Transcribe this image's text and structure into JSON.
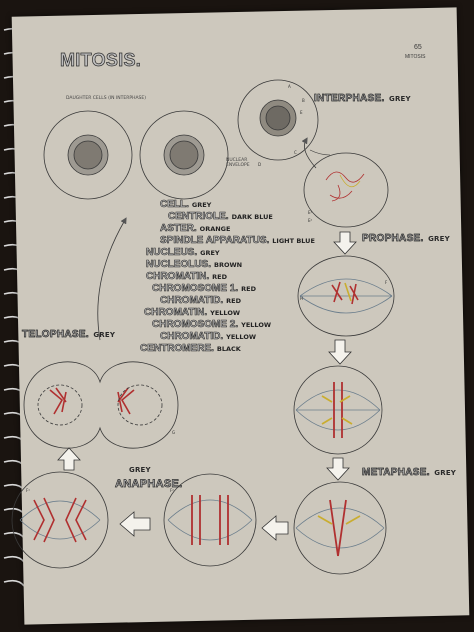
{
  "page": {
    "number": "65",
    "header": "MITOSIS",
    "title": "MITOSIS."
  },
  "labels": {
    "daughter_cells": "DAUGHTER CELLS (IN INTERPHASE)",
    "nuclear_envelope": "NUCLEAR\nENVELOPE"
  },
  "phases": [
    {
      "name": "INTERPHASE.",
      "color_note": "GREY"
    },
    {
      "name": "PROPHASE.",
      "color_note": "GREY"
    },
    {
      "name": "METAPHASE.",
      "color_note": "GREY"
    },
    {
      "name": "ANAPHASE.",
      "color_note": "GREY"
    },
    {
      "name": "TELOPHASE.",
      "color_note": "GREY"
    }
  ],
  "key": [
    {
      "term": "CELL.",
      "color": "GREY"
    },
    {
      "term": "CENTRIOLE.",
      "color": "DARK BLUE"
    },
    {
      "term": "ASTER.",
      "color": "ORANGE"
    },
    {
      "term": "SPINDLE APPARATUS.",
      "color": "LIGHT BLUE"
    },
    {
      "term": "NUCLEUS.",
      "color": "GREY"
    },
    {
      "term": "NUCLEOLUS.",
      "color": "BROWN"
    },
    {
      "term": "CHROMATIN.",
      "color": "RED"
    },
    {
      "term": "CHROMOSOME 1.",
      "color": "RED"
    },
    {
      "term": "CHROMATID.",
      "color": "RED"
    },
    {
      "term": "CHROMATIN.",
      "color": "YELLOW"
    },
    {
      "term": "CHROMOSOME 2.",
      "color": "YELLOW"
    },
    {
      "term": "CHROMATID.",
      "color": "YELLOW"
    },
    {
      "term": "CENTROMERE.",
      "color": "BLACK"
    }
  ],
  "letters": [
    "A",
    "B",
    "C",
    "D",
    "E",
    "E¹",
    "E²",
    "F",
    "F¹",
    "F²",
    "G",
    "H"
  ],
  "colors": {
    "paper": "#cdc8bd",
    "ink": "#2c2c2c",
    "chromosome_red": "#c0392b",
    "chromosome_yellow": "#e0c23a",
    "spindle_blue": "#9fb7c9",
    "aster_orange": "#d98a3a"
  }
}
